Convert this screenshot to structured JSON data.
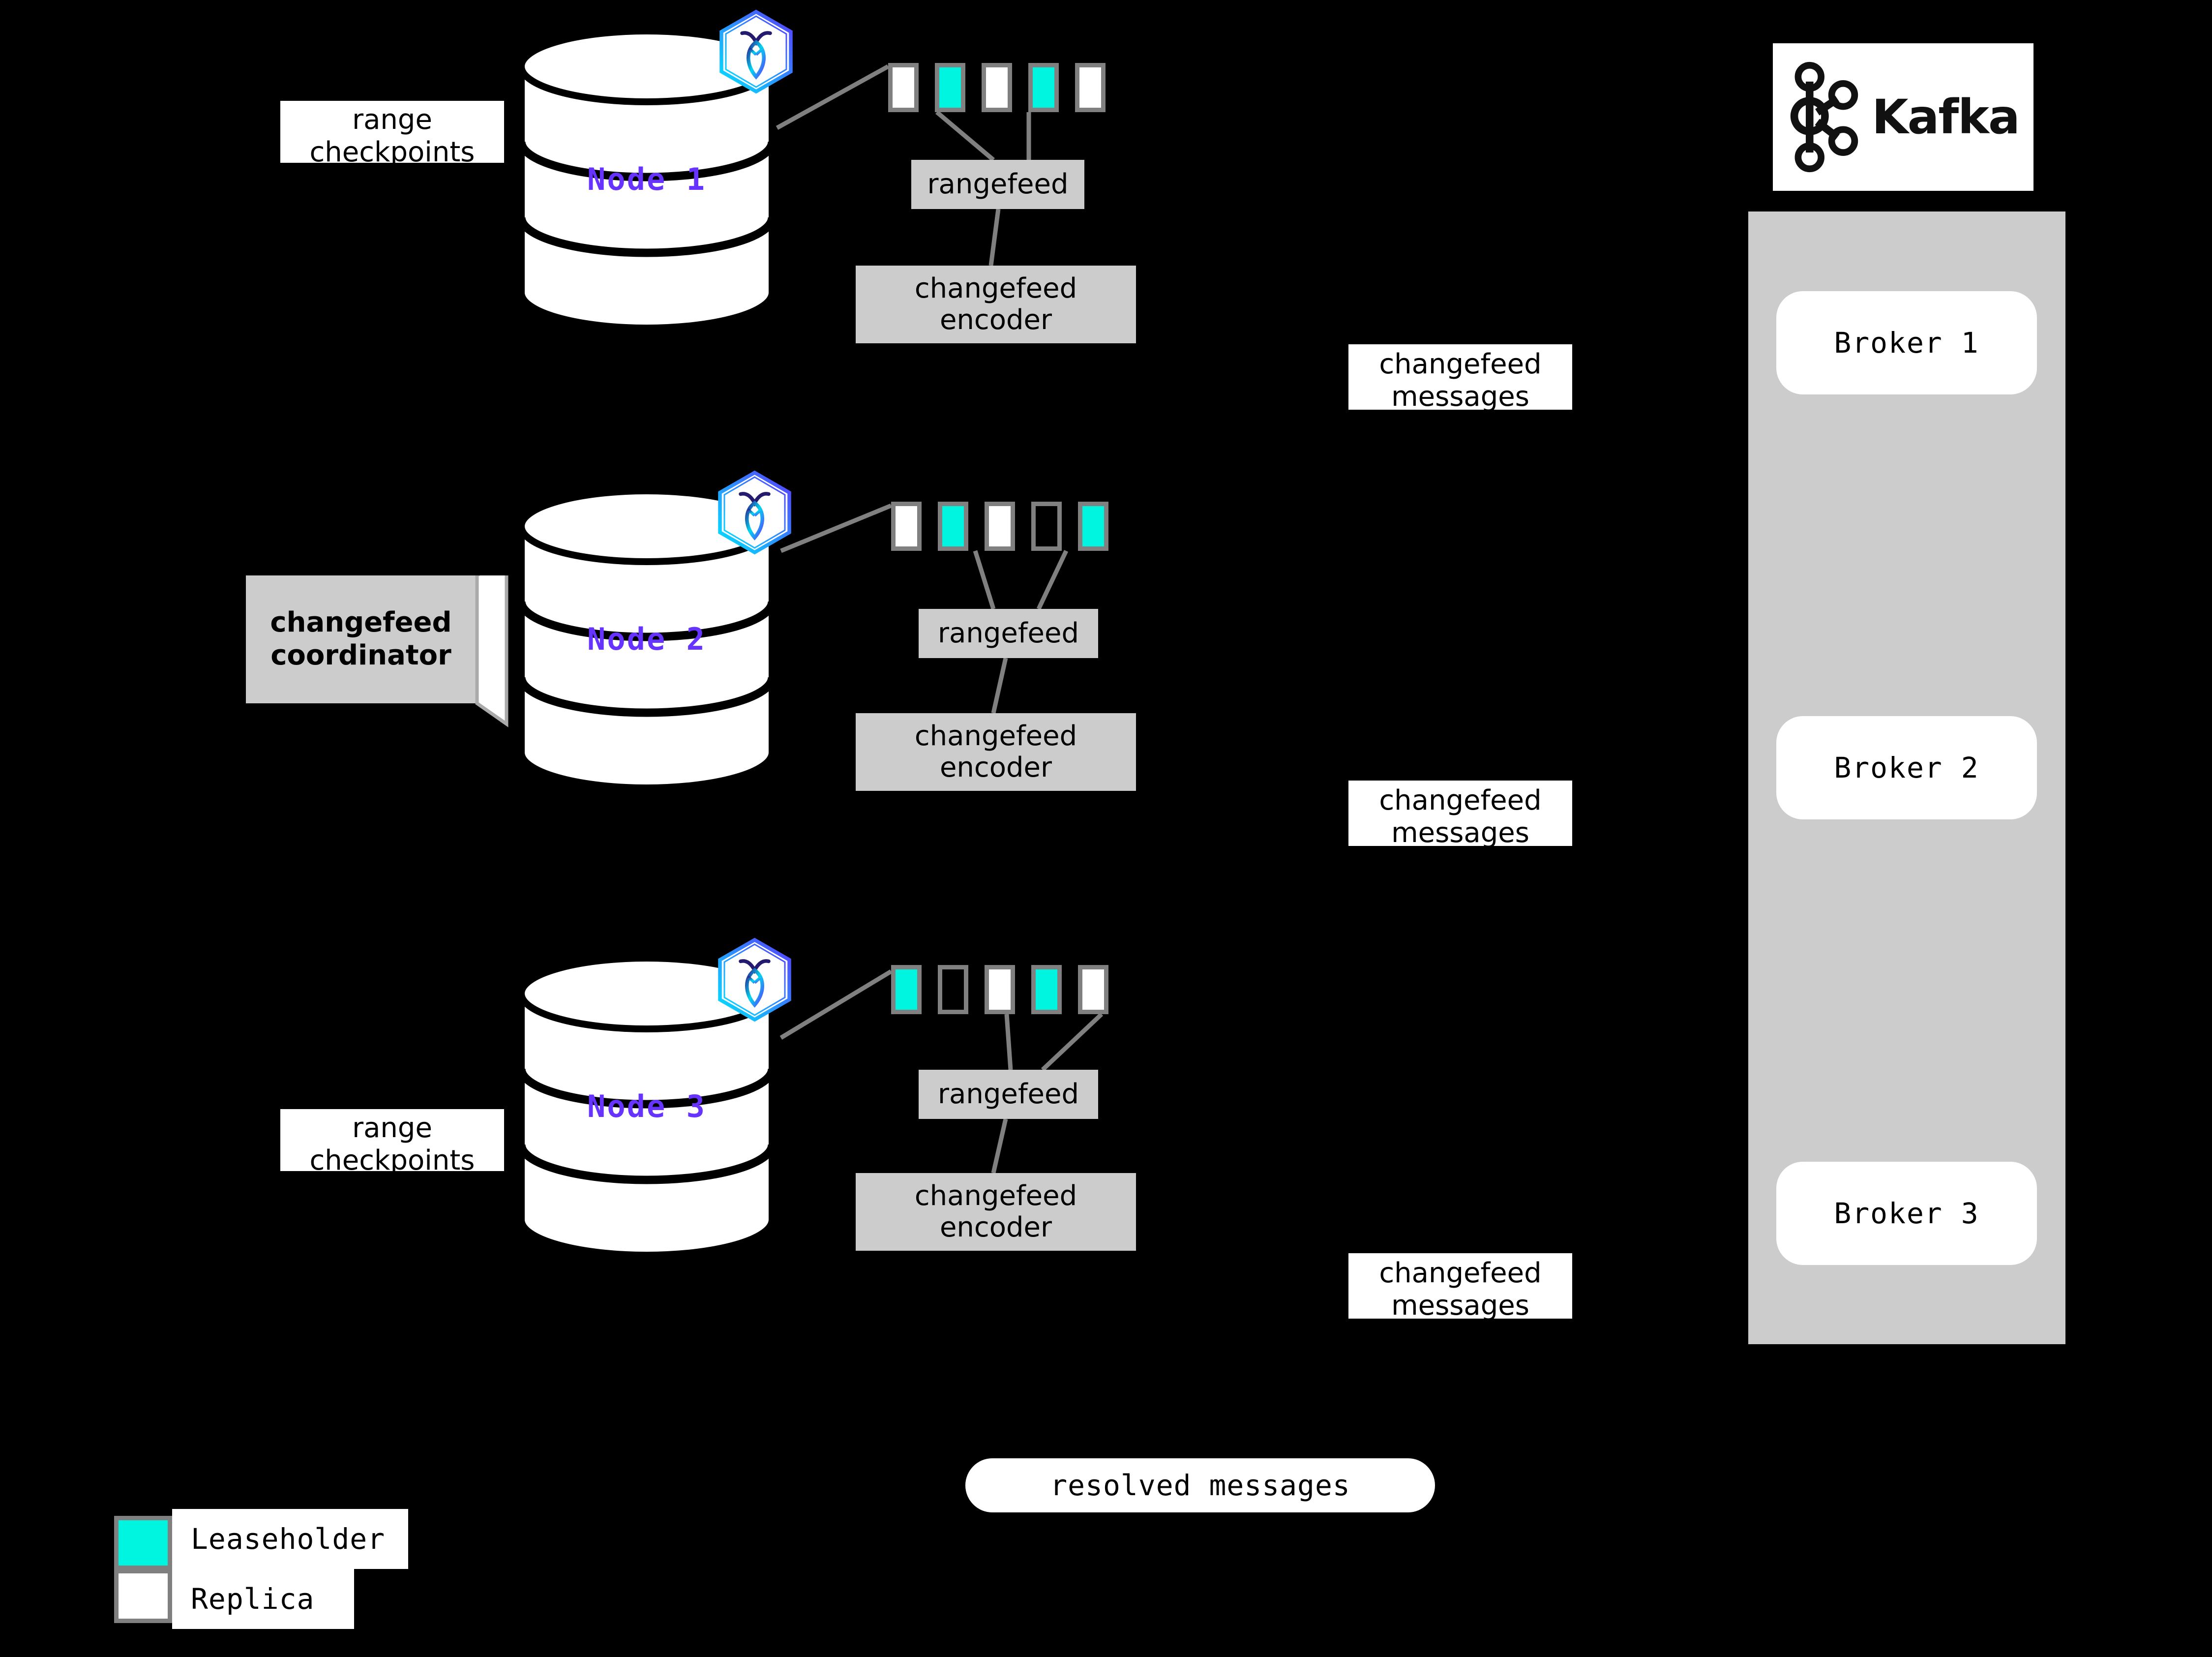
{
  "diagram": {
    "title": "CockroachDB changefeed architecture with Kafka sink",
    "accent_purple": "#6633ff",
    "leaseholder_color": "#00f5e1",
    "replica_color": "#ffffff",
    "box_gray": "#cccccc",
    "border_gray": "#808080",
    "background": "#000000"
  },
  "nodes": [
    {
      "label": "Node 1",
      "logo_icon": "cockroachdb-hex-logo",
      "ranges": [
        "replica",
        "leaseholder",
        "replica",
        "leaseholder",
        "replica"
      ],
      "rangefeed_label": "rangefeed",
      "encoder_label": "changefeed\nencoder",
      "checkpoint_label": "range\ncheckpoints",
      "has_coordinator": false
    },
    {
      "label": "Node 2",
      "logo_icon": "cockroachdb-hex-logo",
      "ranges": [
        "replica",
        "leaseholder",
        "replica",
        "empty",
        "leaseholder"
      ],
      "rangefeed_label": "rangefeed",
      "encoder_label": "changefeed\nencoder",
      "checkpoint_label": "",
      "has_coordinator": true,
      "coordinator_label": "changefeed\ncoordinator"
    },
    {
      "label": "Node 3",
      "logo_icon": "cockroachdb-hex-logo",
      "ranges": [
        "leaseholder",
        "empty",
        "replica",
        "leaseholder",
        "replica"
      ],
      "rangefeed_label": "rangefeed",
      "encoder_label": "changefeed\nencoder",
      "checkpoint_label": "range\ncheckpoints",
      "has_coordinator": false
    }
  ],
  "message_labels": [
    {
      "text": "changefeed\nmessages"
    },
    {
      "text": "changefeed\nmessages"
    },
    {
      "text": "changefeed\nmessages"
    }
  ],
  "resolved": {
    "label": "resolved messages"
  },
  "kafka": {
    "name": "Kafka",
    "logo_icon": "kafka-node-graph-logo",
    "brokers": [
      {
        "label": "Broker 1"
      },
      {
        "label": "Broker 2"
      },
      {
        "label": "Broker 3"
      }
    ]
  },
  "legend": {
    "items": [
      {
        "swatch": "leaseholder",
        "label": "Leaseholder"
      },
      {
        "swatch": "replica",
        "label": "Replica"
      }
    ]
  }
}
